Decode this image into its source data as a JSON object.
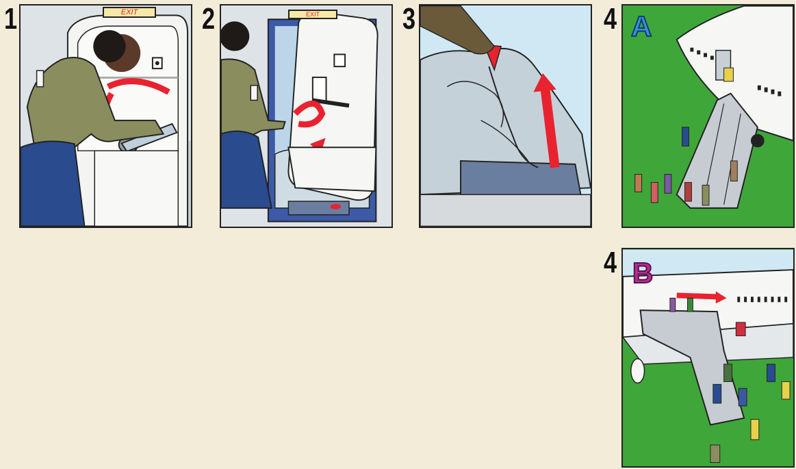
{
  "steps": {
    "step1": {
      "number": "1",
      "sign": "EXIT"
    },
    "step2": {
      "number": "2",
      "sign": "EXIT"
    },
    "step3": {
      "number": "3"
    },
    "step4a": {
      "number": "4",
      "letter": "A"
    },
    "step4b": {
      "number": "4",
      "letter": "B"
    }
  },
  "colors": {
    "background": "#f2ecd9",
    "arrow": "#e8232f",
    "sky": "#cfe8f4",
    "grass": "#3fa63a",
    "letter_a": "#3a8fd9",
    "letter_b": "#b0308f"
  }
}
